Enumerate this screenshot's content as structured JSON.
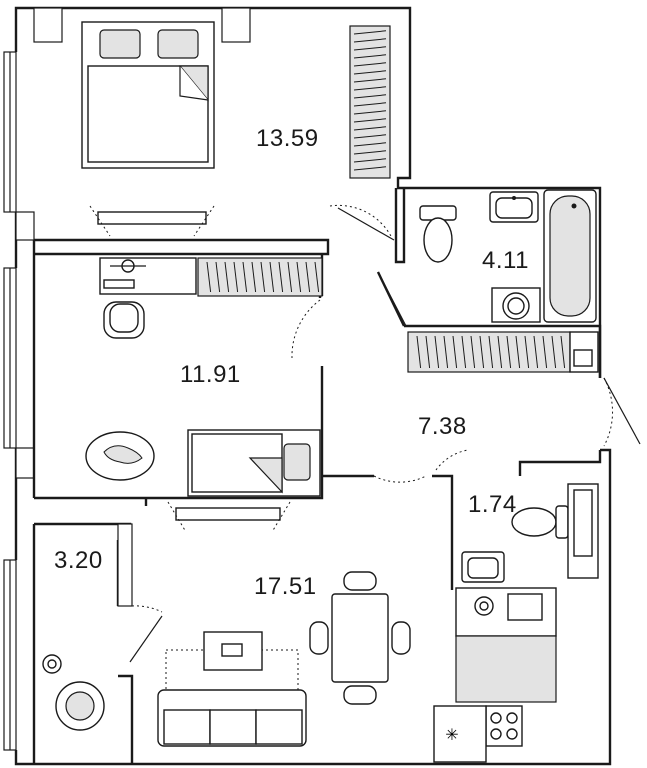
{
  "rooms": [
    {
      "id": "bedroom-1",
      "area": "13.59"
    },
    {
      "id": "bathroom",
      "area": "4.11"
    },
    {
      "id": "bedroom-2",
      "area": "11.91"
    },
    {
      "id": "hallway",
      "area": "7.38"
    },
    {
      "id": "toilet",
      "area": "1.74"
    },
    {
      "id": "balcony",
      "area": "3.20"
    },
    {
      "id": "living-kitchen",
      "area": "17.51"
    }
  ],
  "icons": {
    "bed": "bed-icon",
    "pillow": "pillow-icon",
    "bathtub": "bathtub-icon",
    "toilet": "toilet-icon",
    "sink": "sink-icon",
    "washing_machine": "washing-machine-icon",
    "wardrobe": "wardrobe-icon",
    "desk": "desk-icon",
    "chair": "chair-icon",
    "rug": "rug-icon",
    "sofa": "sofa-icon",
    "dining_table": "dining-table-icon",
    "stove": "stove-icon",
    "tv": "tv-icon",
    "laptop": "laptop-icon",
    "plant": "plant-icon",
    "door": "door-icon",
    "window": "window-icon"
  }
}
